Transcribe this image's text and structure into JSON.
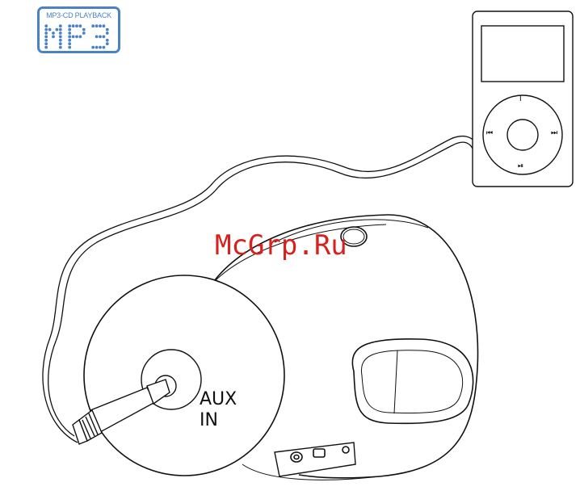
{
  "badge": {
    "label": "MP3-CD PLAYBACK",
    "glyphs": "MP3",
    "color": "#4a82c4"
  },
  "watermark": {
    "text": "McGrp.Ru",
    "color": "#d9201c"
  },
  "aux_label": {
    "line1": "AUX",
    "line2": "IN"
  },
  "player": {
    "button_top": "I",
    "button_left": "⏮",
    "button_right": "⏭",
    "button_bottom": "⏯"
  }
}
